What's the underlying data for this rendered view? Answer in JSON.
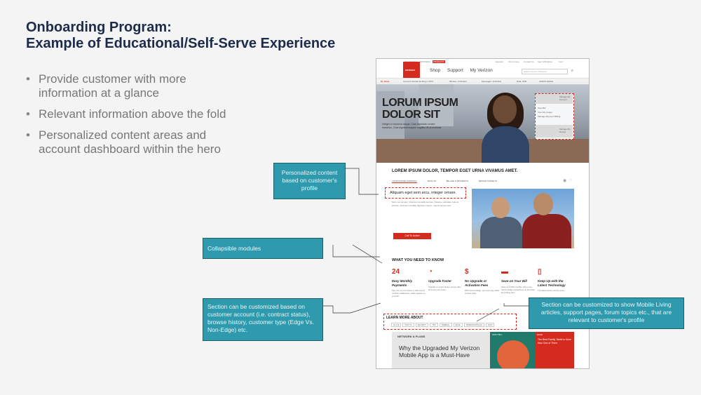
{
  "slide": {
    "title_line1": "Onboarding Program:",
    "title_line2": "Example of Educational/Self-Serve Experience",
    "bullets": [
      "Provide customer with more information at a glance",
      "Relevant information above the fold",
      "Personalized content areas and account dashboard within the hero"
    ]
  },
  "callouts": {
    "personalized": "Personalized content based on customer's profile",
    "collapsible": "Collapsible modules",
    "section_account": "Section can be customized based on customer account (i.e. contract status), browse history, customer type (Edge Vs. Non-Edge) etc.",
    "section_mobile": "Section can be customized to show Mobile Living articles, support pages, forum topics etc., that are relevant to customer's profile"
  },
  "mockup": {
    "util_links": [
      "RESIDENTIAL",
      "BUSINESS",
      "WIRELESS",
      "Espanol",
      "Find a store",
      "Contact Us",
      "Sign in/Register",
      "Cart"
    ],
    "logo": "verizon",
    "nav": [
      "Shop",
      "Support",
      "My Verizon"
    ],
    "search_placeholder": "Search Verizon Wireless",
    "account_bar": [
      "Hi, Jane!",
      "Account Number Ending in 4572",
      "Minutes: Unlimited",
      "Messages: Unlimited",
      "Data: 3GB",
      "CHECK EMAIL"
    ],
    "hero": {
      "title_line1": "LORUM IPSUM",
      "title_line2": "DOLOR SIT",
      "subtitle": "Integer in euismod neque. Cras dignissim ornare maximus. Cras dignissimsapien sagittis elit at molestie.",
      "panel": [
        "Manage My Account",
        "View Bill",
        "View My Usage",
        "Manage Payment Billing",
        "Manage My Device"
      ]
    },
    "section_title": "LOREM IPSUM DOLOR, TEMPOR EGET URNA VIVAMUS AMET.",
    "tabs": [
      "YOUR PHONE WORKING",
      "SIGN UP",
      "BILLING & PAYMENTS",
      "DEVICE TRADE IN"
    ],
    "personalized_heading": "Aliquam eget sem arcu, integer ornare.",
    "body_copy": "Nam nec tempus. Vivamus convallis tempus. Quisque vulputate, felis at lobortis. Vivamus convallis dignissim ipsum, mauris tempor sed.",
    "cta": "Call To Action",
    "know_title": "WHAT YOU NEED TO KNOW",
    "know_items": [
      {
        "icon": "calendar-icon",
        "glyph": "24",
        "title": "Easy Monthly Payments",
        "desc": "Pay over of your device in with low 24 monthly installments, which appear on your bill."
      },
      {
        "icon": "gauge-icon",
        "glyph": "◔",
        "title": "Upgrade Faster",
        "desc": "Upgrade to a new device sooner after first every two years."
      },
      {
        "icon": "no-fee-icon",
        "glyph": "$",
        "title": "No Upgrade or Activation Fees",
        "desc": "With Verizon Edge, you won't pay either of these fees."
      },
      {
        "icon": "bill-icon",
        "glyph": "▬",
        "title": "Save on Your Bill",
        "desc": "Save up to $20 monthly. Get a new Verizon Edge smartphone on the More Everything plan."
      },
      {
        "icon": "phone-icon",
        "glyph": "▯",
        "title": "Keep Up with the Latest Technology",
        "desc": "The latest device can be yours."
      }
    ],
    "learn_title": "LEARN MORE ABOUT",
    "learn_tags": [
      "4G LTE",
      "HOW TO",
      "SECURITY",
      "TIPS",
      "FIREBALL",
      "EDGE",
      "WIRELESS BILLING",
      "DATA"
    ],
    "network_header": "NETWORK & PLANS",
    "network_text": "Why the Upgraded My Verizon Mobile App is a Must-Have",
    "teal_tag": "FIRST BILL",
    "red_tag": "EDGE",
    "red_text": "The Best Family Tablet is More than One of Them"
  },
  "colors": {
    "brand_red": "#d52b1e",
    "callout_teal": "#2f9aad",
    "title_navy": "#1d2b4b"
  }
}
